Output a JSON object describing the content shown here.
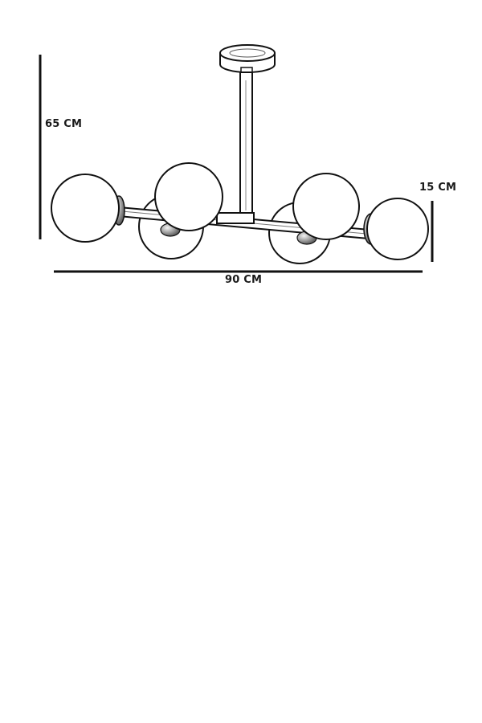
{
  "dimensions": {
    "height_label": "65 CM",
    "globe_label": "15 CM",
    "width_label": "90 CM"
  },
  "colors": {
    "line": "#111111",
    "background": "#ffffff"
  }
}
